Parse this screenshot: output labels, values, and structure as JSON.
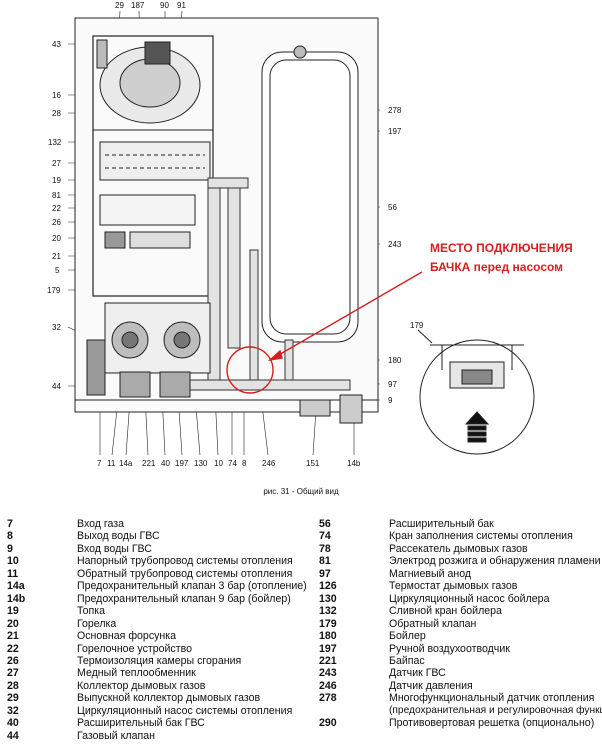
{
  "callouts": {
    "top": [
      "29",
      "187",
      "90",
      "91"
    ],
    "left": [
      "43",
      "16",
      "28",
      "132",
      "27",
      "19",
      "81",
      "22",
      "26",
      "20",
      "21",
      "5",
      "179",
      "32",
      "44"
    ],
    "right": [
      "278",
      "197",
      "56",
      "243",
      "180",
      "97",
      "9"
    ],
    "bottom": [
      "7",
      "11",
      "14a",
      "221",
      "40",
      "197",
      "130",
      "10",
      "74",
      "8",
      "246",
      "151",
      "14b"
    ],
    "detail": "179"
  },
  "annotation": {
    "line1": "МЕСТО ПОДКЛЮЧЕНИЯ",
    "line2": "БАЧКА перед насосом",
    "color": "#d81e1e"
  },
  "caption": "рис. 31 - Общий вид",
  "legend": {
    "left": [
      {
        "num": "7",
        "desc": "Вход газа"
      },
      {
        "num": "8",
        "desc": "Выход воды ГВС"
      },
      {
        "num": "9",
        "desc": "Вход воды ГВС"
      },
      {
        "num": "10",
        "desc": "Напорный трубопровод системы отопления"
      },
      {
        "num": "11",
        "desc": "Обратный трубопровод системы отопления"
      },
      {
        "num": "14a",
        "desc": "Предохранительный клапан 3 бар (отопление)"
      },
      {
        "num": "14b",
        "desc": "Предохранительный клапан 9 бар (бойлер)"
      },
      {
        "num": "19",
        "desc": "Топка"
      },
      {
        "num": "20",
        "desc": "Горелка"
      },
      {
        "num": "21",
        "desc": "Основная форсунка"
      },
      {
        "num": "22",
        "desc": "Горелочное устройство"
      },
      {
        "num": "26",
        "desc": "Термоизоляция камеры сгорания"
      },
      {
        "num": "27",
        "desc": "Медный теплообменник"
      },
      {
        "num": "28",
        "desc": "Коллектор дымовых газов"
      },
      {
        "num": "29",
        "desc": "Выпускной коллектор дымовых газов"
      },
      {
        "num": "32",
        "desc": "Циркуляционный насос системы отопления"
      },
      {
        "num": "40",
        "desc": "Расширительный бак ГВС"
      },
      {
        "num": "44",
        "desc": "Газовый клапан"
      }
    ],
    "right": [
      {
        "num": "56",
        "desc": "Расширительный бак"
      },
      {
        "num": "74",
        "desc": "Кран заполнения системы отопления"
      },
      {
        "num": "78",
        "desc": "Рассекатель дымовых газов"
      },
      {
        "num": "81",
        "desc": "Электрод розжига и обнаружения пламени"
      },
      {
        "num": "97",
        "desc": "Магниевый анод"
      },
      {
        "num": "126",
        "desc": "Термостат дымовых газов"
      },
      {
        "num": "130",
        "desc": "Циркуляционный насос бойлера"
      },
      {
        "num": "132",
        "desc": "Сливной кран бойлера"
      },
      {
        "num": "179",
        "desc": "Обратный клапан"
      },
      {
        "num": "180",
        "desc": "Бойлер"
      },
      {
        "num": "197",
        "desc": "Ручной воздухоотводчик"
      },
      {
        "num": "221",
        "desc": "Байпас"
      },
      {
        "num": "243",
        "desc": "Датчик ГВС"
      },
      {
        "num": "246",
        "desc": "Датчик давления"
      },
      {
        "num": "278",
        "desc": "Многофункциональный датчик отопления"
      },
      {
        "num": "",
        "desc": "(предохранительная и регулировочная функции)"
      },
      {
        "num": "290",
        "desc": "Противовертовая решетка (опционально)"
      }
    ]
  }
}
